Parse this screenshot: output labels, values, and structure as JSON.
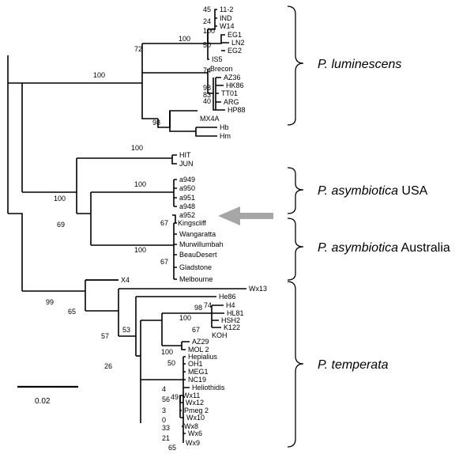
{
  "diagram": {
    "type": "phylogenetic-tree",
    "scale": {
      "label": "0.02",
      "value": 0.02
    },
    "taxa": [
      "11-2",
      "IND",
      "W14",
      "EG1",
      "LN2",
      "EG2",
      "IS5",
      "Brecon",
      "AZ36",
      "HK86",
      "TT01",
      "ARG",
      "HP88",
      "MX4A",
      "Hb",
      "Hm",
      "HIT",
      "JUN",
      "a949",
      "a950",
      "a951",
      "a948",
      "a952",
      "Kingscliff",
      "Wangaratta",
      "Murwillumbah",
      "BeauDesert",
      "Gladstone",
      "Melbourne",
      "X4",
      "Wx13",
      "He86",
      "H4",
      "HL81",
      "HSH2",
      "K122",
      "KOH",
      "AZ29",
      "MOL 2",
      "Hepialius",
      "OH1",
      "MEG1",
      "NC19",
      "Heliothidis",
      "Wx11",
      "Wx12",
      "Pmeg 2",
      "Wx10",
      "Wx8",
      "Wx6",
      "Wx9"
    ],
    "bootstrap_values": [
      "45",
      "24",
      "100",
      "50",
      "72",
      "100",
      "74",
      "98",
      "83",
      "40",
      "100",
      "98",
      "100",
      "100",
      "100",
      "69",
      "67",
      "100",
      "67",
      "99",
      "65",
      "57",
      "53",
      "26",
      "98",
      "74",
      "100",
      "67",
      "100",
      "50",
      "4",
      "56",
      "49",
      "3",
      "0",
      "33",
      "21",
      "65"
    ],
    "clades": [
      {
        "species": "P. luminescens",
        "suffix": ""
      },
      {
        "species": "P. asymbiotica",
        "suffix": " USA"
      },
      {
        "species": "P. asymbiotica",
        "suffix": " Australia"
      },
      {
        "species": "P. temperata",
        "suffix": ""
      }
    ],
    "arrow": {
      "target": "Kingscliff",
      "color": "#a6a6a6"
    }
  }
}
